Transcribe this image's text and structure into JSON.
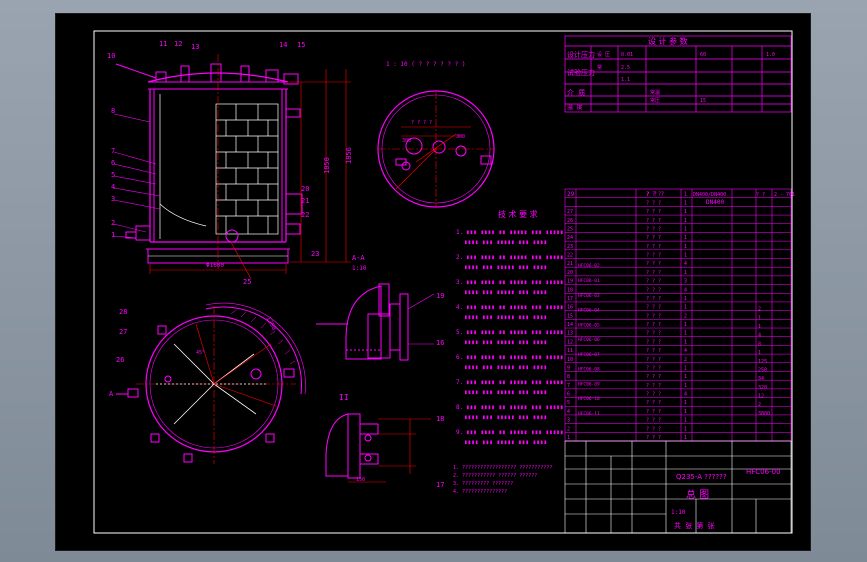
{
  "design_table": {
    "title": "设 计 参 数",
    "row_headers": [
      "设计压力",
      "试验压力",
      "介 质",
      "温 度"
    ],
    "cells": [
      "设 压",
      "0.01",
      "2.5",
      "常",
      "1.1",
      "常温",
      "常压",
      "60",
      "15",
      "1.0"
    ]
  },
  "parts_table": {
    "header": [
      "29",
      "? ? ?",
      "DN400/DN400",
      "? ?",
      "2 - 701"
    ],
    "row2": [
      "28",
      "DN400",
      ""
    ],
    "part_numbers": [
      "29",
      "28",
      "27",
      "26",
      "25",
      "24",
      "23",
      "22",
      "21",
      "20",
      "19",
      "18",
      "17",
      "16",
      "15",
      "14",
      "13",
      "12",
      "11",
      "10",
      "9",
      "8",
      "7",
      "6",
      "5",
      "4",
      "3",
      "2",
      "1"
    ],
    "drawing_codes": [
      "HFC06-02",
      "HFC06-01",
      "HFC06-03",
      "HFC06-04",
      "HFC06-05",
      "HFC06-06",
      "HFC06-07",
      "HFC06-08",
      "HFC06-09",
      "HFC06-10",
      "HFC06-11"
    ],
    "qty_col": [
      "1",
      "1",
      "1",
      "1",
      "1",
      "1",
      "1",
      "1",
      "4",
      "1",
      "3",
      "4",
      "1",
      "1",
      "2",
      "1",
      "1",
      "1",
      "4",
      "2",
      "1",
      "1",
      "1",
      "4",
      "1",
      "1",
      "1",
      "1",
      "1"
    ],
    "right_col": [
      "2",
      "1",
      "1",
      "4",
      "8",
      "1",
      "125",
      "250",
      "34",
      "320",
      "12",
      "2",
      "3800"
    ]
  },
  "technical_requirements": {
    "title": "技 术 要 求",
    "items": [
      "1.",
      "2.",
      "3.",
      "4.",
      "5.",
      "6.",
      "7.",
      "8.",
      "9."
    ]
  },
  "notes": {
    "lines": [
      "1. ?????????????????? ???????????",
      "2. ??????????? ?????? ??????",
      "3. ????????? ???????",
      "4. ???????????????"
    ]
  },
  "title_block": {
    "drawing_title": "总 图",
    "code": "HFC06-00",
    "material_line": "Q235-A ??????",
    "scale": "1:10",
    "sheets": "共 张 第 张"
  },
  "labels": {
    "section_aa": "A-A",
    "detail_i": "I",
    "detail_ii": "II",
    "scale_note": "1:10",
    "dim_main_height": "1850",
    "dim_diameter": "Φ1600",
    "view_a": "A"
  },
  "colors": {
    "line_main": "#ff00ff",
    "line_dim": "#ff0000",
    "line_aux": "#ffffff",
    "sheet_bg": "#000000",
    "viewport_bg": "#8e99a6"
  }
}
